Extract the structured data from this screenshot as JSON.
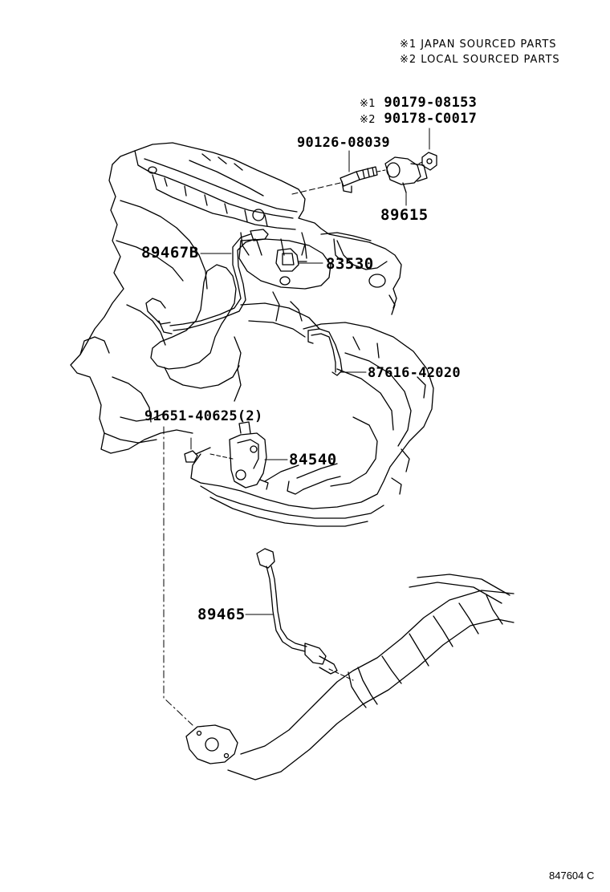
{
  "legend": {
    "line1": "※1 JAPAN SOURCED PARTS",
    "line2": "※2 LOCAL SOURCED PARTS"
  },
  "parts": {
    "nut_japan": {
      "mark": "※1",
      "number": "90179-08153"
    },
    "nut_local": {
      "mark": "※2",
      "number": "90178-C0017"
    },
    "stud_bolt": "90126-08039",
    "knock_sensor": "89615",
    "oxygen_sensor_upper": "89467B",
    "oil_pressure_switch": "83530",
    "wire_clamp": "87616-42020",
    "bolt": "91651-40625(2)",
    "neutral_start_switch": "84540",
    "oxygen_sensor_lower": "89465"
  },
  "reference": "847604 C"
}
